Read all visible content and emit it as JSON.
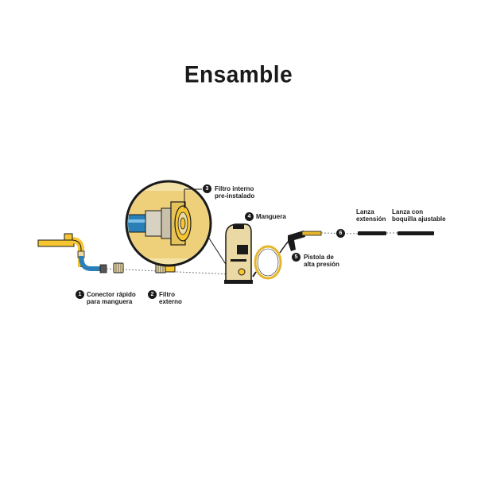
{
  "title": "Ensamble",
  "steps": [
    {
      "num": "1",
      "label_line1": "Conector rápido",
      "label_line2": "para manguera"
    },
    {
      "num": "2",
      "label_line1": "Filtro",
      "label_line2": "externo"
    },
    {
      "num": "3",
      "label_line1": "Filtro interno",
      "label_line2": "pre-instalado"
    },
    {
      "num": "4",
      "label_line1": "Manguera",
      "label_line2": ""
    },
    {
      "num": "5",
      "label_line1": "Pistola de",
      "label_line2": "alta presión"
    },
    {
      "num": "6",
      "label_line1": "",
      "label_line2": ""
    }
  ],
  "lanza_extension": {
    "line1": "Lanza",
    "line2": "extensión"
  },
  "lanza_boquilla": {
    "line1": "Lanza con",
    "line2": "boquilla ajustable"
  },
  "colors": {
    "yellow": "#f7c530",
    "cream": "#ead9a4",
    "blue": "#2a7fb8",
    "dark": "#1a1a1a"
  }
}
